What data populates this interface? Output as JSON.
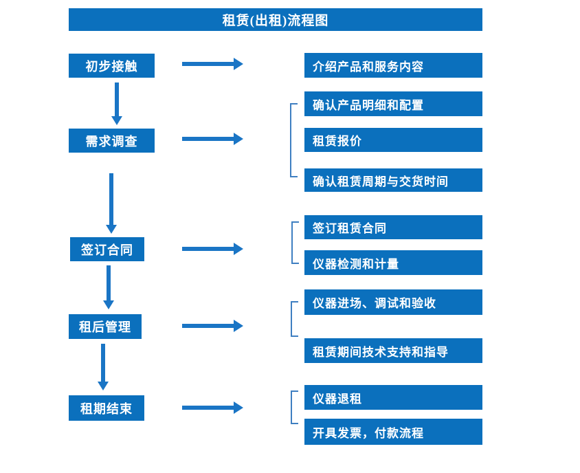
{
  "title": "租赁(出租)流程图",
  "colors": {
    "box_blue": "#0b70bd",
    "arrow_blue": "#1a75c5",
    "bracket_blue": "#3e7fc1",
    "text_white": "#ffffff"
  },
  "steps": [
    {
      "label": "初步接触",
      "details": [
        "介绍产品和服务内容"
      ]
    },
    {
      "label": "需求调查",
      "details": [
        "确认产品明细和配置",
        "租赁报价",
        "确认租赁周期与交货时间"
      ]
    },
    {
      "label": "签订合同",
      "details": [
        "签订租赁合同",
        "仪器检测和计量"
      ]
    },
    {
      "label": "租后管理",
      "details": [
        "仪器进场、调试和验收",
        "租赁期间技术支持和指导"
      ]
    },
    {
      "label": "租期结束",
      "details": [
        "仪器退租",
        "开具发票，付款流程"
      ]
    }
  ]
}
